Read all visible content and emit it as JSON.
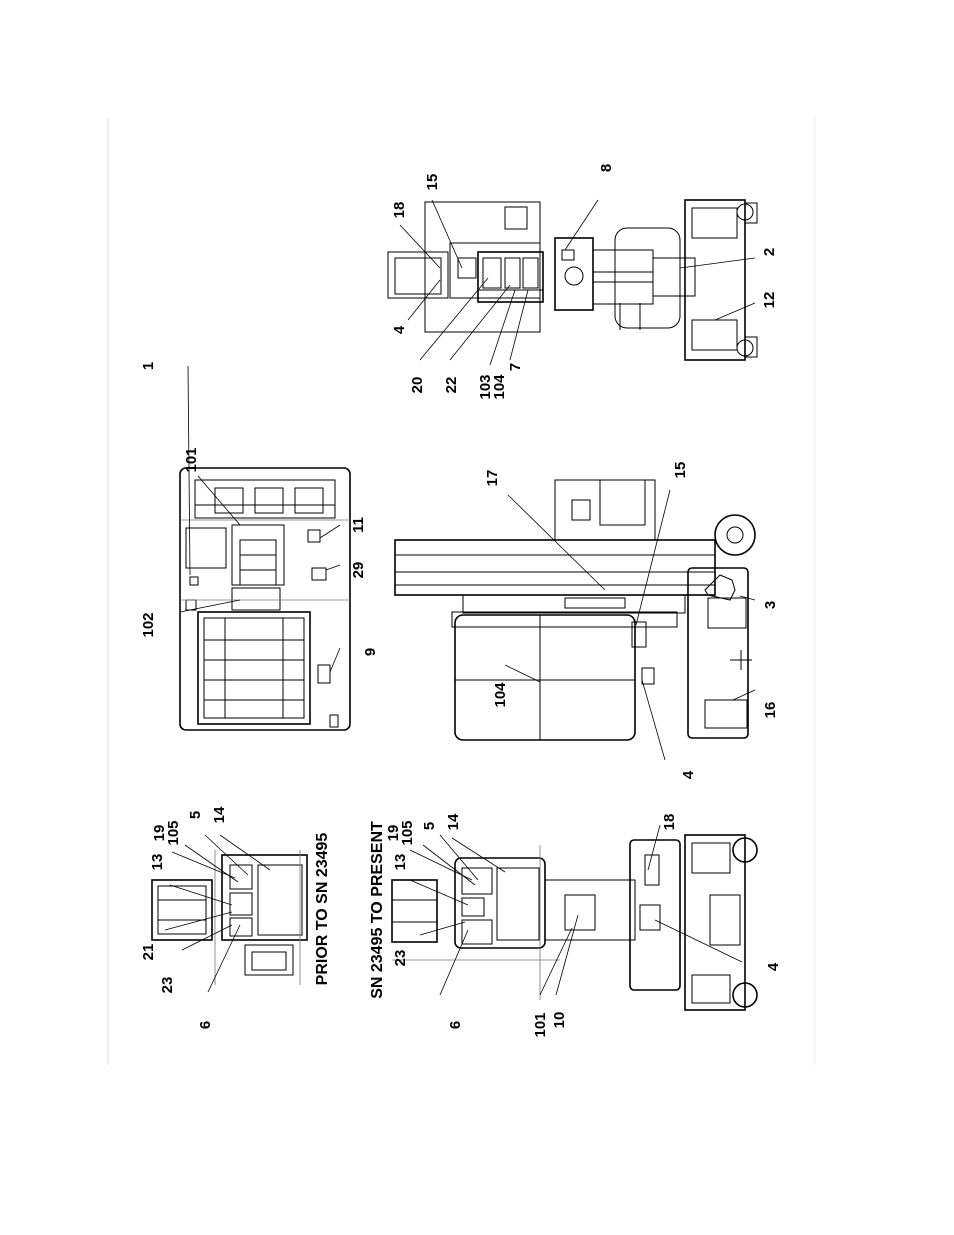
{
  "figure": {
    "labels": {
      "a1": "1",
      "a101": "101",
      "a102": "102",
      "a11": "11",
      "a29": "29",
      "a9": "9",
      "b15": "15",
      "b18": "18",
      "b8": "8",
      "b4": "4",
      "b20": "20",
      "b22": "22",
      "b103": "103",
      "b104": "104",
      "b7": "7",
      "b12": "12",
      "b2": "2",
      "c19": "19",
      "c105": "105",
      "c5": "5",
      "c14": "14",
      "c13": "13",
      "c21": "21",
      "c23": "23",
      "c6": "6",
      "d104": "104",
      "d17": "17",
      "d15": "15",
      "d3": "3",
      "d16": "16",
      "d4": "4",
      "e19": "19",
      "e105": "105",
      "e5": "5",
      "e14": "14",
      "e13": "13",
      "e23": "23",
      "e6": "6",
      "e18": "18",
      "e101": "101",
      "e10": "10",
      "e4": "4"
    },
    "captions": {
      "prior": "PRIOR TO SN 23495",
      "present": "SN 23495 TO PRESENT"
    }
  }
}
